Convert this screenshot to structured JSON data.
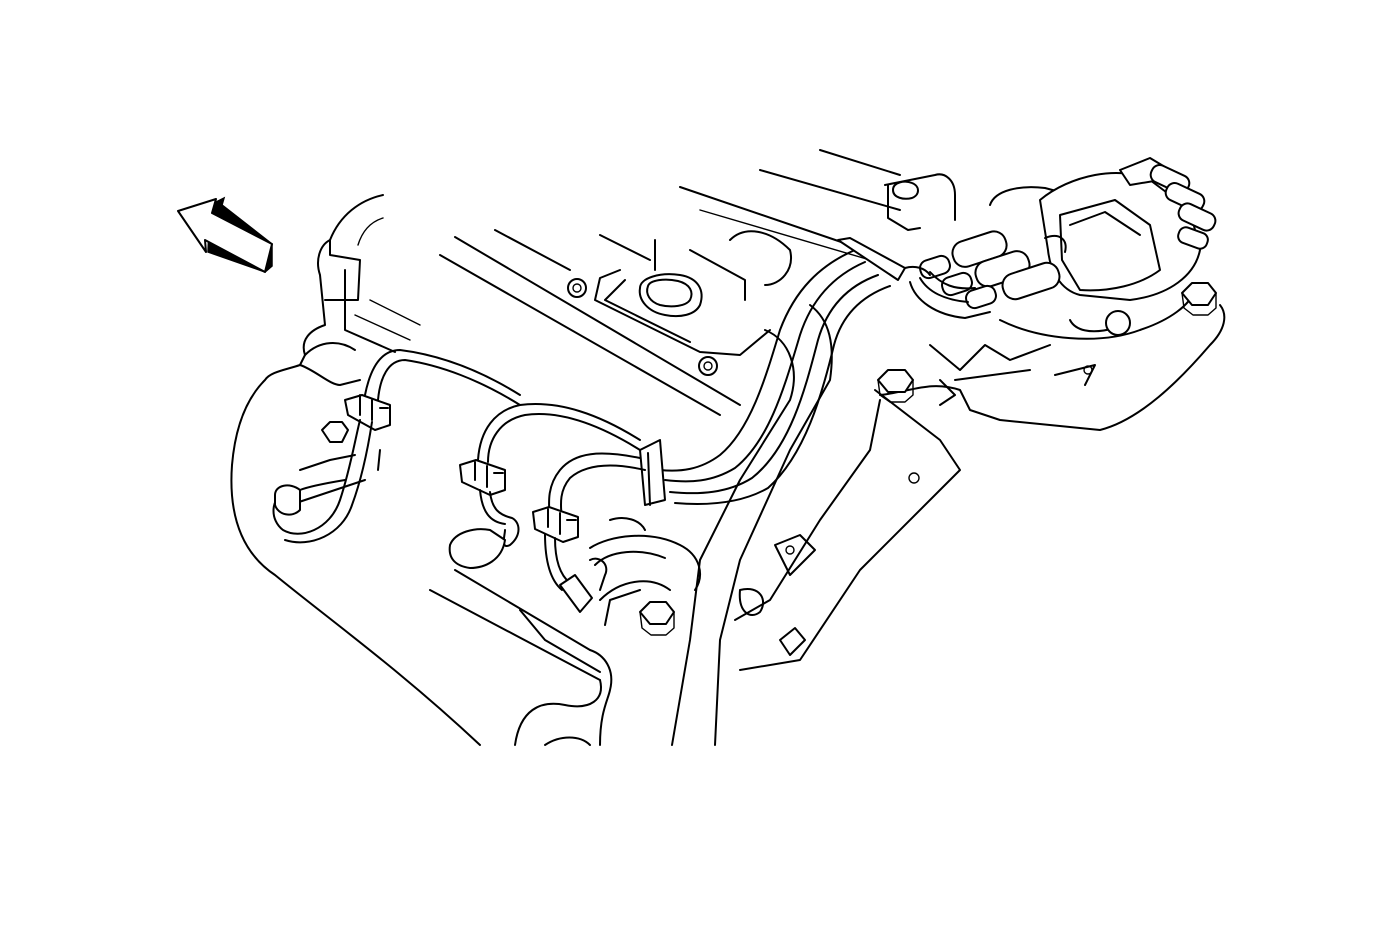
{
  "diagram": {
    "subject": "engine-top-view-spark-plug-wire-harness",
    "colors": {
      "line": "#000000",
      "background": "#ffffff"
    },
    "icons": [
      "direction-arrow-icon"
    ],
    "parts": [
      "engine-block-outline",
      "cylinder-head-cover",
      "spark-plug-wire-bundle",
      "wire-clip",
      "spark-plug-boot",
      "ignition-distributor",
      "distributor-cap",
      "mounting-bolt",
      "mounting-bracket"
    ]
  }
}
